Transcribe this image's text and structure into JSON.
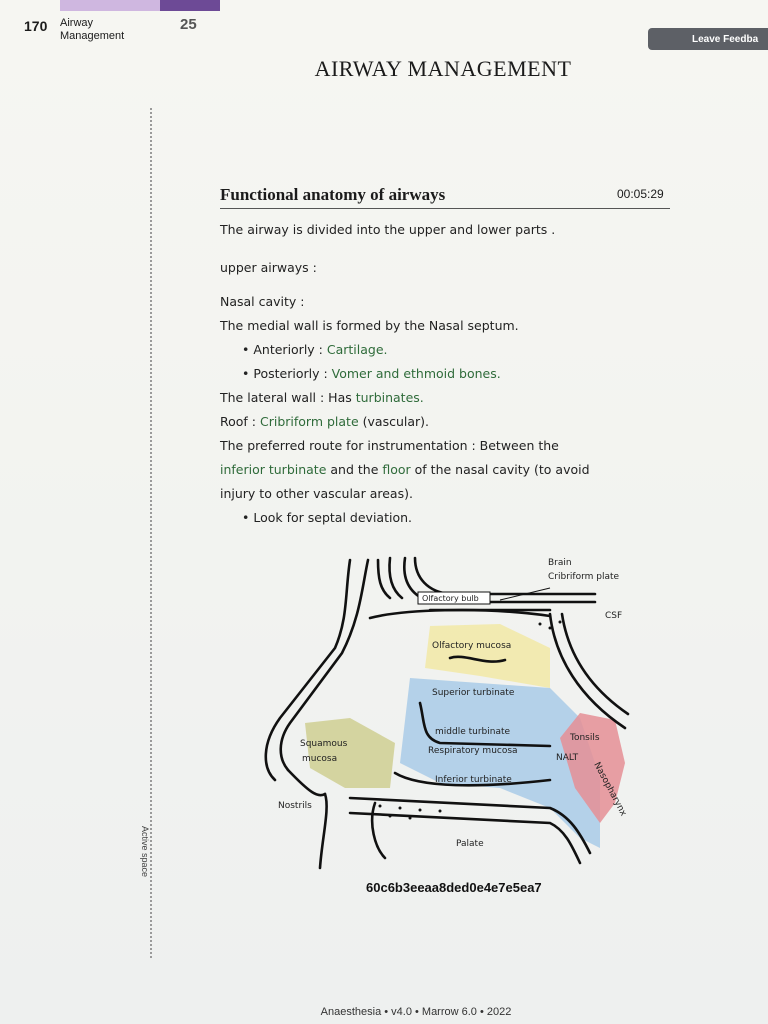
{
  "header": {
    "page_number": "170",
    "chapter_line1": "Airway",
    "chapter_line2": "Management",
    "chapter_number": "25",
    "feedback_label": "Leave Feedba",
    "page_title": "AIRWAY MANAGEMENT"
  },
  "sidebar": {
    "active_space_label": "Active space"
  },
  "section": {
    "title": "Functional anatomy of airways",
    "timer": "00:05:29"
  },
  "notes": {
    "intro": "The airway is divided into the upper and lower parts .",
    "upper_heading": "upper airways :",
    "nasal_heading": "Nasal cavity :",
    "medial_wall": "The medial wall is formed by the Nasal septum.",
    "ant_label": "Anteriorly : ",
    "ant_value": "Cartilage.",
    "post_label": "Posteriorly : ",
    "post_value": "Vomer and ethmoid bones.",
    "lateral_label": "The lateral wall : Has ",
    "lateral_value": "turbinates.",
    "roof_label": "Roof : ",
    "roof_value": "Cribriform plate",
    "roof_suffix": " (vascular).",
    "route_line1": "The preferred route for instrumentation : Between the",
    "route_g1": "inferior turbinate",
    "route_mid": " and the ",
    "route_g2": "floor",
    "route_end": " of the nasal cavity (to avoid",
    "route_line3": "injury to other vascular areas).",
    "septal": "Look for septal deviation."
  },
  "diagram": {
    "labels": {
      "brain": "Brain",
      "cribriform": "Cribriform plate",
      "olfactory_bulb": "Olfactory bulb",
      "csf": "CSF",
      "olfactory_mucosa": "Olfactory mucosa",
      "superior_turbinate": "Superior turbinate",
      "middle_turbinate": "middle turbinate",
      "respiratory_mucosa": "Respiratory mucosa",
      "inferior_turbinate": "Inferior turbinate",
      "squamous": "Squamous",
      "mucosa": "mucosa",
      "nostrils": "Nostrils",
      "tonsils": "Tonsils",
      "nalt": "NALT",
      "nasopharynx": "Nasopharynx",
      "palate": "Palate"
    },
    "colors": {
      "olfactory": "#f2e9a6",
      "respiratory": "#a9cbe8",
      "squamous": "#cfcf92",
      "tonsil": "#e58f95"
    }
  },
  "code": "60c6b3eeaa8ded0e4e7e5ea7",
  "footer": "Anaesthesia • v4.0 • Marrow 6.0 • 2022"
}
